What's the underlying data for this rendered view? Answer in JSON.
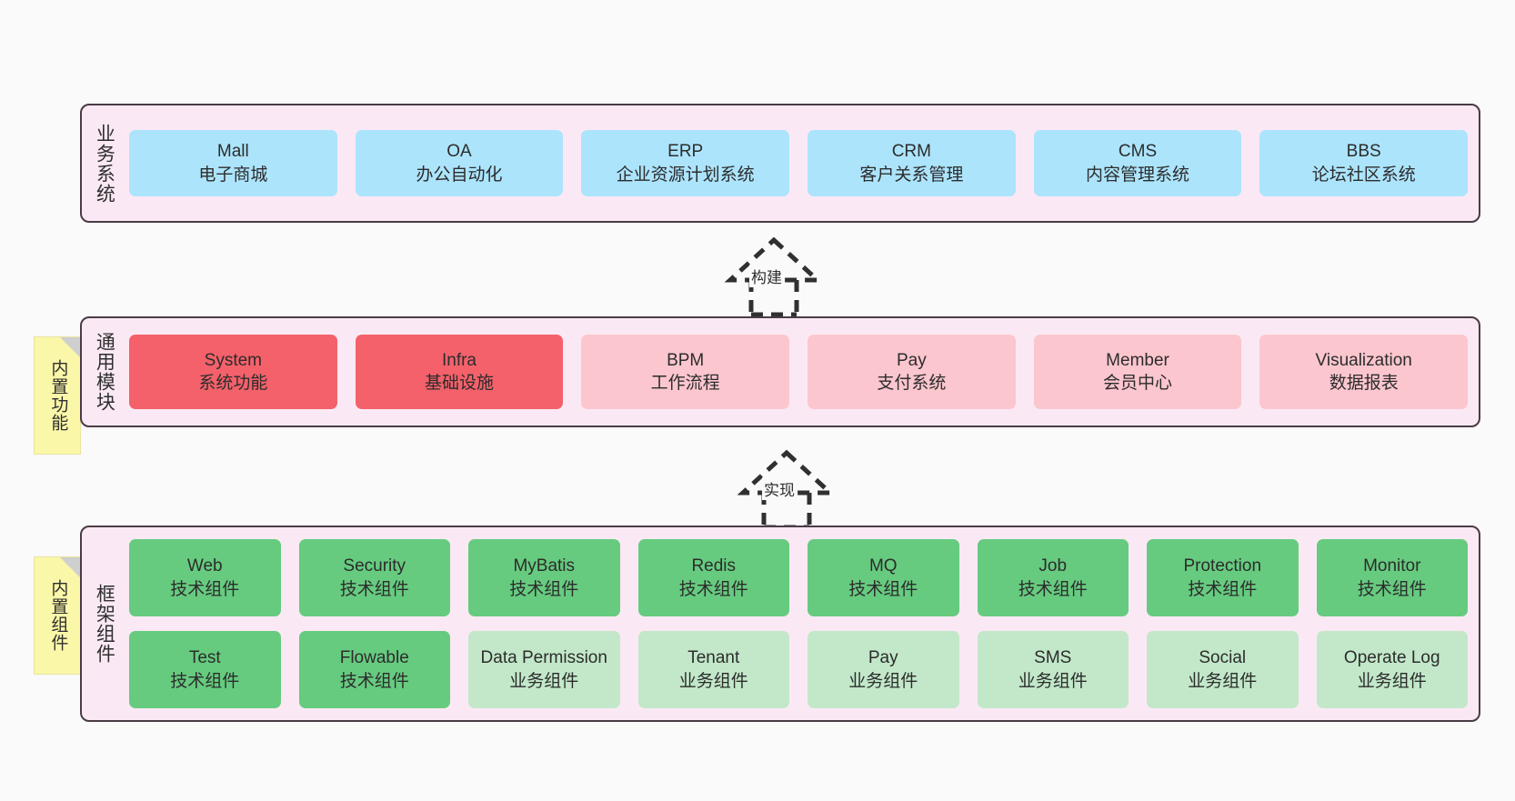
{
  "diagram": {
    "title": "",
    "colors": {
      "canvas_bg": "#fafafa",
      "layer_bg": "#fae9f4",
      "layer_border": "#4a3b44",
      "business_cell": "#ace4fc",
      "common_core_cell": "#f4616a",
      "common_cell": "#fcc6ce",
      "tech_component_cell": "#66cb7f",
      "business_component_cell": "#c2e8c9",
      "note_bg": "#fbf7a8",
      "note_fold": "#cfcfcf"
    }
  },
  "layers": {
    "business": {
      "title": "业务系统",
      "items": [
        {
          "en": "Mall",
          "cn": "电子商城"
        },
        {
          "en": "OA",
          "cn": "办公自动化"
        },
        {
          "en": "ERP",
          "cn": "企业资源计划系统"
        },
        {
          "en": "CRM",
          "cn": "客户关系管理"
        },
        {
          "en": "CMS",
          "cn": "内容管理系统"
        },
        {
          "en": "BBS",
          "cn": "论坛社区系统"
        }
      ]
    },
    "common": {
      "title": "通用模块",
      "note": "内置功能",
      "items": [
        {
          "en": "System",
          "cn": "系统功能",
          "fill": "fill-red"
        },
        {
          "en": "Infra",
          "cn": "基础设施",
          "fill": "fill-red"
        },
        {
          "en": "BPM",
          "cn": "工作流程",
          "fill": "fill-pink"
        },
        {
          "en": "Pay",
          "cn": "支付系统",
          "fill": "fill-pink"
        },
        {
          "en": "Member",
          "cn": "会员中心",
          "fill": "fill-pink"
        },
        {
          "en": "Visualization",
          "cn": "数据报表",
          "fill": "fill-pink"
        }
      ]
    },
    "framework": {
      "title": "框架组件",
      "note": "内置组件",
      "row1": [
        {
          "en": "Web",
          "cn": "技术组件"
        },
        {
          "en": "Security",
          "cn": "技术组件"
        },
        {
          "en": "MyBatis",
          "cn": "技术组件"
        },
        {
          "en": "Redis",
          "cn": "技术组件"
        },
        {
          "en": "MQ",
          "cn": "技术组件"
        },
        {
          "en": "Job",
          "cn": "技术组件"
        },
        {
          "en": "Protection",
          "cn": "技术组件"
        },
        {
          "en": "Monitor",
          "cn": "技术组件"
        }
      ],
      "row2": [
        {
          "en": "Test",
          "cn": "技术组件",
          "fill": "fill-green"
        },
        {
          "en": "Flowable",
          "cn": "技术组件",
          "fill": "fill-green"
        },
        {
          "en": "Data Permission",
          "cn": "业务组件",
          "fill": "fill-green-light"
        },
        {
          "en": "Tenant",
          "cn": "业务组件",
          "fill": "fill-green-light"
        },
        {
          "en": "Pay",
          "cn": "业务组件",
          "fill": "fill-green-light"
        },
        {
          "en": "SMS",
          "cn": "业务组件",
          "fill": "fill-green-light"
        },
        {
          "en": "Social",
          "cn": "业务组件",
          "fill": "fill-green-light"
        },
        {
          "en": "Operate Log",
          "cn": "业务组件",
          "fill": "fill-green-light"
        }
      ]
    }
  },
  "connectors": [
    {
      "id": "build",
      "label": "构建",
      "style": "dashed-generalization",
      "direction": "up"
    },
    {
      "id": "implement",
      "label": "实现",
      "style": "dashed-generalization",
      "direction": "up"
    }
  ]
}
